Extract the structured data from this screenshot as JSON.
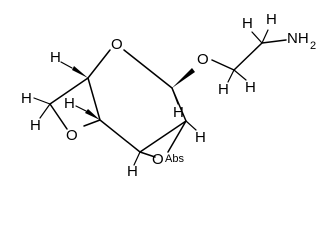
{
  "structure": {
    "atoms": {
      "bridge_oxygen": "O",
      "ring_oxygen": "O",
      "ether_oxygen": "O",
      "epoxide_oxygen": "O",
      "amine": "NH",
      "amine_h": "2",
      "stereo_flag": "Abs"
    },
    "hydrogen_symbol": "H"
  }
}
